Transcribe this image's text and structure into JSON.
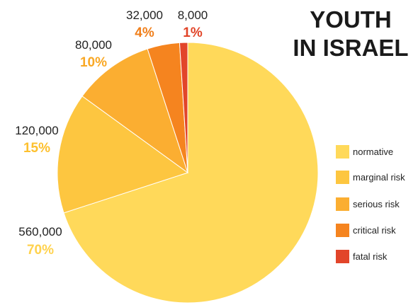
{
  "chart_data": {
    "type": "pie",
    "title_lines": [
      "YOUTH",
      "IN ISRAEL"
    ],
    "slices": [
      {
        "name": "normative",
        "value": 560000,
        "count_label": "560,000",
        "percent_label": "70%",
        "color": "#FFD95A",
        "label_color": "#FFD24D"
      },
      {
        "name": "marginal risk",
        "value": 120000,
        "count_label": "120,000",
        "percent_label": "15%",
        "color": "#FDC640",
        "label_color": "#FDC02E"
      },
      {
        "name": "serious risk",
        "value": 80000,
        "count_label": "80,000",
        "percent_label": "10%",
        "color": "#FBAE31",
        "label_color": "#F9A825"
      },
      {
        "name": "critical risk",
        "value": 32000,
        "count_label": "32,000",
        "percent_label": "4%",
        "color": "#F5841F",
        "label_color": "#F07F1B"
      },
      {
        "name": "fatal risk",
        "value": 8000,
        "count_label": "8,000",
        "percent_label": "1%",
        "color": "#E2452A",
        "label_color": "#E14326"
      }
    ],
    "legend_position": "right"
  }
}
